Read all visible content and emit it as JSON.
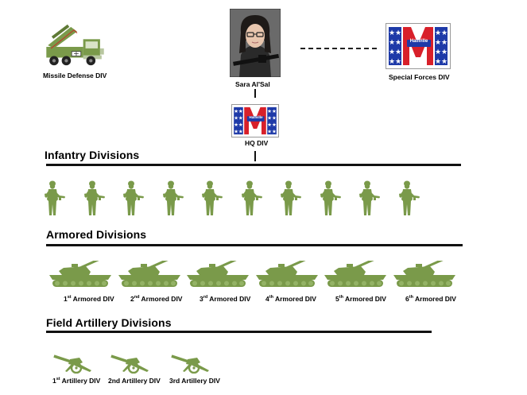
{
  "top_units": {
    "missile_defense": {
      "label": "Missile Defense DIV",
      "icon": "missile-launcher-truck-icon"
    },
    "commander": {
      "label": "Sara Al'Sal",
      "icon": "commander-photo"
    },
    "special_forces": {
      "label": "Special  Forces DIV",
      "icon": "hallville-logo"
    },
    "hq": {
      "label": "HQ DIV",
      "icon": "hallville-logo"
    }
  },
  "logo": {
    "text": "Hallville",
    "letter": "M"
  },
  "sections": {
    "infantry": {
      "title": "Infantry Divisions",
      "unit_count": 10,
      "icon": "soldier-icon"
    },
    "armored": {
      "title": "Armored Divisions",
      "icon": "tank-icon",
      "units": [
        {
          "num": "1",
          "sup": "st",
          "label": "Armored DIV"
        },
        {
          "num": "2",
          "sup": "nd",
          "label": "Armored DIV"
        },
        {
          "num": "3",
          "sup": "rd",
          "label": "Armored DIV"
        },
        {
          "num": "4",
          "sup": "th",
          "label": "Armored DIV"
        },
        {
          "num": "5",
          "sup": "th",
          "label": "Armored DIV"
        },
        {
          "num": "6",
          "sup": "th",
          "label": "Armored DIV"
        }
      ]
    },
    "artillery": {
      "title": "Field Artillery Divisions",
      "icon": "howitzer-icon",
      "units": [
        {
          "num": "1",
          "sup": "st",
          "label": "Artillery DIV"
        },
        {
          "num": "2nd",
          "sup": "",
          "label": "Artillery DIV"
        },
        {
          "num": "3rd",
          "sup": "",
          "label": "Artillery DIV"
        }
      ]
    }
  },
  "colors": {
    "unit_green": "#7a9a4a",
    "logo_red": "#d8202a",
    "logo_blue": "#1e3aa8",
    "rule": "#111111"
  }
}
